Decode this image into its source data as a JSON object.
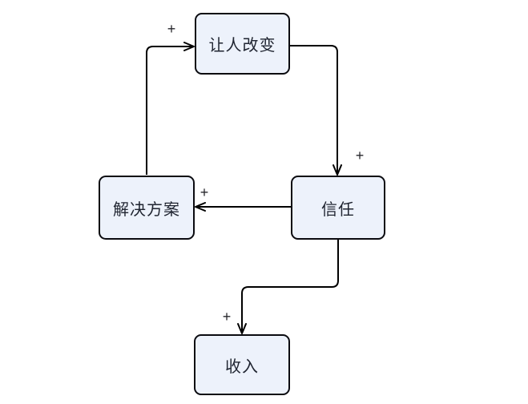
{
  "diagram": {
    "title": "causal-loop-diagram",
    "nodes": [
      {
        "id": "change",
        "label": "让人改变"
      },
      {
        "id": "solution",
        "label": "解决方案"
      },
      {
        "id": "trust",
        "label": "信任"
      },
      {
        "id": "income",
        "label": "收入"
      }
    ],
    "edges": [
      {
        "from": "solution",
        "to": "change",
        "sign": "+"
      },
      {
        "from": "change",
        "to": "trust",
        "sign": "+"
      },
      {
        "from": "trust",
        "to": "solution",
        "sign": "+"
      },
      {
        "from": "trust",
        "to": "income",
        "sign": "+"
      }
    ],
    "colors": {
      "background": "#ffffff",
      "node_fill": "#edf2fb",
      "node_border": "#0b0b10",
      "arrow": "#000000",
      "text": "#1f2430"
    }
  }
}
